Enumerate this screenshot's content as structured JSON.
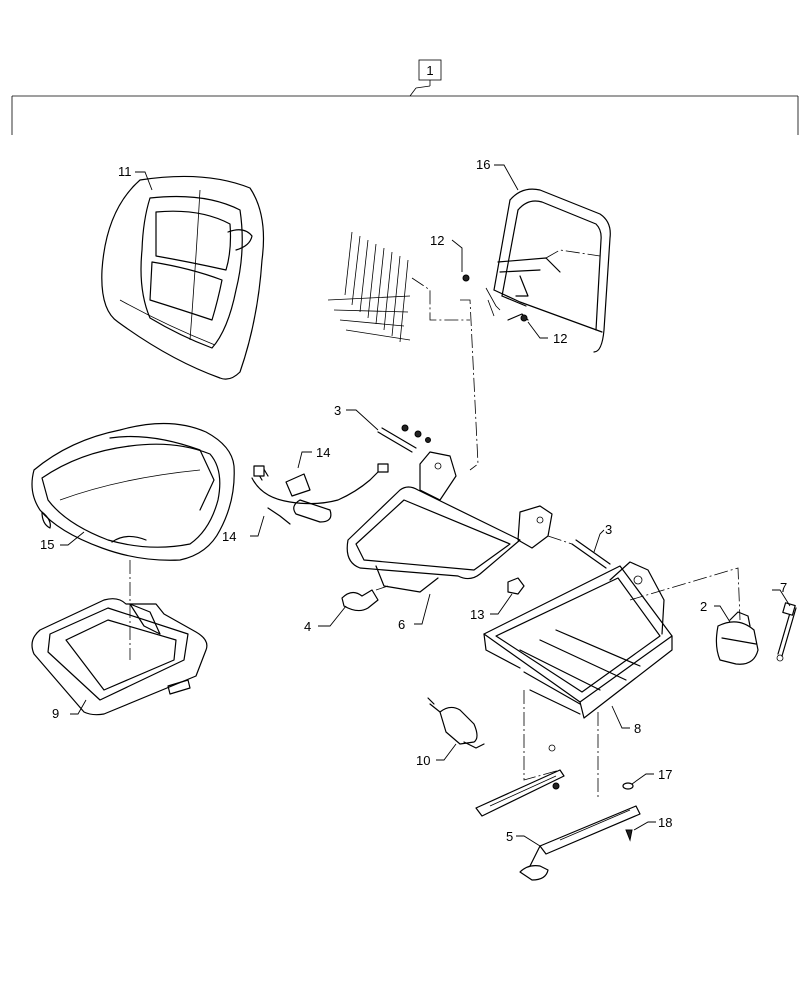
{
  "assembly": {
    "label": "1"
  },
  "callouts": [
    {
      "id": "11",
      "text": "11"
    },
    {
      "id": "16",
      "text": "16"
    },
    {
      "id": "12a",
      "text": "12"
    },
    {
      "id": "12b",
      "text": "12"
    },
    {
      "id": "3a",
      "text": "3"
    },
    {
      "id": "14a",
      "text": "14"
    },
    {
      "id": "14b",
      "text": "14"
    },
    {
      "id": "15",
      "text": "15"
    },
    {
      "id": "3b",
      "text": "3"
    },
    {
      "id": "7",
      "text": "7"
    },
    {
      "id": "2",
      "text": "2"
    },
    {
      "id": "13",
      "text": "13"
    },
    {
      "id": "4",
      "text": "4"
    },
    {
      "id": "6",
      "text": "6"
    },
    {
      "id": "8",
      "text": "8"
    },
    {
      "id": "9",
      "text": "9"
    },
    {
      "id": "10",
      "text": "10"
    },
    {
      "id": "17",
      "text": "17"
    },
    {
      "id": "5",
      "text": "5"
    },
    {
      "id": "18",
      "text": "18"
    }
  ]
}
